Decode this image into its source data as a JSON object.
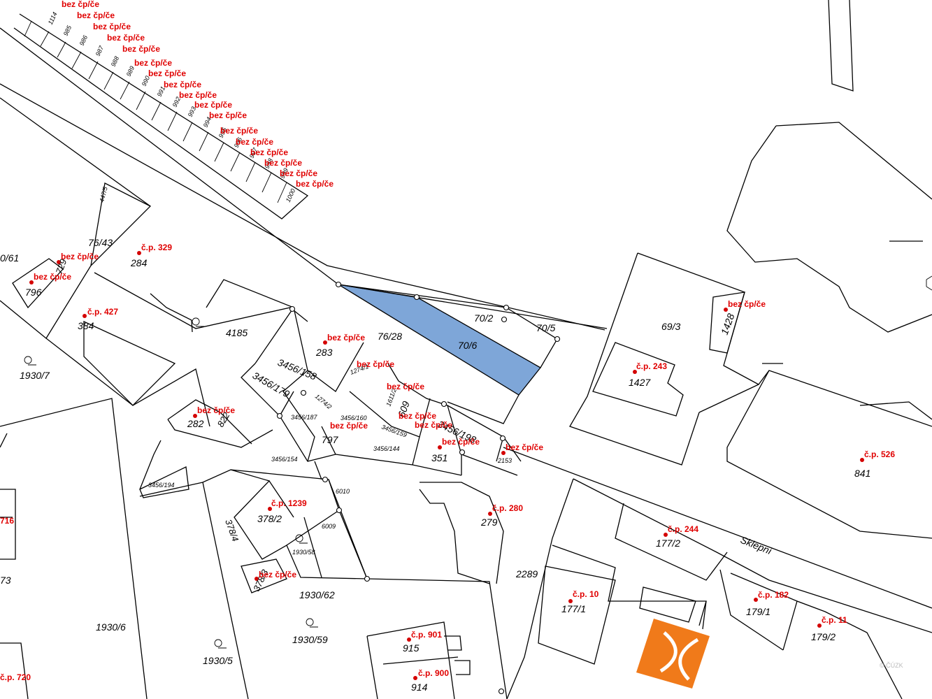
{
  "parcels": [
    {
      "id": "p1",
      "label": "1930/7"
    },
    {
      "id": "p2",
      "label": "1930/6"
    },
    {
      "id": "p3",
      "label": "1930/5"
    },
    {
      "id": "p4",
      "label": "1930/59"
    },
    {
      "id": "p5",
      "label": "1930/62"
    },
    {
      "id": "p6",
      "label": "1930/58"
    },
    {
      "id": "p7",
      "label": "378/2"
    },
    {
      "id": "p8",
      "label": "378/4"
    },
    {
      "id": "p9",
      "label": "378/3"
    },
    {
      "id": "p10",
      "label": "384"
    },
    {
      "id": "p11",
      "label": "284"
    },
    {
      "id": "p12",
      "label": "282"
    },
    {
      "id": "p13",
      "label": "822"
    },
    {
      "id": "p14",
      "label": "796"
    },
    {
      "id": "p15",
      "label": "729"
    },
    {
      "id": "p16",
      "label": "76/43"
    },
    {
      "id": "p17",
      "label": "4185"
    },
    {
      "id": "p18",
      "label": "283"
    },
    {
      "id": "p19",
      "label": "76/28"
    },
    {
      "id": "p20",
      "label": "70/6"
    },
    {
      "id": "p21",
      "label": "70/2"
    },
    {
      "id": "p22",
      "label": "70/5"
    },
    {
      "id": "p23",
      "label": "3456/158"
    },
    {
      "id": "p24",
      "label": "3456/179"
    },
    {
      "id": "p25",
      "label": "3456/187"
    },
    {
      "id": "p26",
      "label": "3456/160"
    },
    {
      "id": "p27",
      "label": "3456/159"
    },
    {
      "id": "p28",
      "label": "3456/144"
    },
    {
      "id": "p29",
      "label": "3456/154"
    },
    {
      "id": "p30",
      "label": "3456/194"
    },
    {
      "id": "p31",
      "label": "1274/2"
    },
    {
      "id": "p32",
      "label": "1274/1"
    },
    {
      "id": "p33",
      "label": "797"
    },
    {
      "id": "p34",
      "label": "609"
    },
    {
      "id": "p35",
      "label": "351"
    },
    {
      "id": "p36",
      "label": "2153"
    },
    {
      "id": "p37",
      "label": "6010"
    },
    {
      "id": "p38",
      "label": "6009"
    },
    {
      "id": "p39",
      "label": "279"
    },
    {
      "id": "p40",
      "label": "2289"
    },
    {
      "id": "p41",
      "label": "69/3"
    },
    {
      "id": "p42",
      "label": "1428"
    },
    {
      "id": "p43",
      "label": "1427"
    },
    {
      "id": "p44",
      "label": "841"
    },
    {
      "id": "p45",
      "label": "177/2"
    },
    {
      "id": "p46",
      "label": "177/1"
    },
    {
      "id": "p47",
      "label": "179/1"
    },
    {
      "id": "p48",
      "label": "179/2"
    },
    {
      "id": "p49",
      "label": "915"
    },
    {
      "id": "p50",
      "label": "914"
    },
    {
      "id": "p51",
      "label": "3456/198"
    },
    {
      "id": "p52",
      "label": "1611/2"
    },
    {
      "id": "p53",
      "label": "447/5"
    },
    {
      "id": "p54",
      "label": "0/61"
    },
    {
      "id": "p55",
      "label": "73"
    }
  ],
  "garages": [
    "1114",
    "985",
    "986",
    "987",
    "988",
    "989",
    "990",
    "991",
    "992",
    "993",
    "994",
    "995",
    "996",
    "997",
    "998",
    "999",
    "1000"
  ],
  "addresses": {
    "cp329": "č.p. 329",
    "cp427": "č.p. 427",
    "cp243": "č.p. 243",
    "cp526": "č.p. 526",
    "cp280": "č.p. 280",
    "cp244": "č.p. 244",
    "cp1239": "č.p. 1239",
    "cp10": "č.p. 10",
    "cp182": "č.p. 182",
    "cp11": "č.p. 11",
    "cp901": "č.p. 901",
    "cp900": "č.p. 900",
    "cp716": "716",
    "cp720": "č.p. 720",
    "bez": "bez čp/če"
  },
  "street": "Sklepní",
  "watermark": "© ČÚZK",
  "colors": {
    "highlight": "#7ea6d8",
    "address": "#e00000",
    "logo": "#f07a1a"
  }
}
